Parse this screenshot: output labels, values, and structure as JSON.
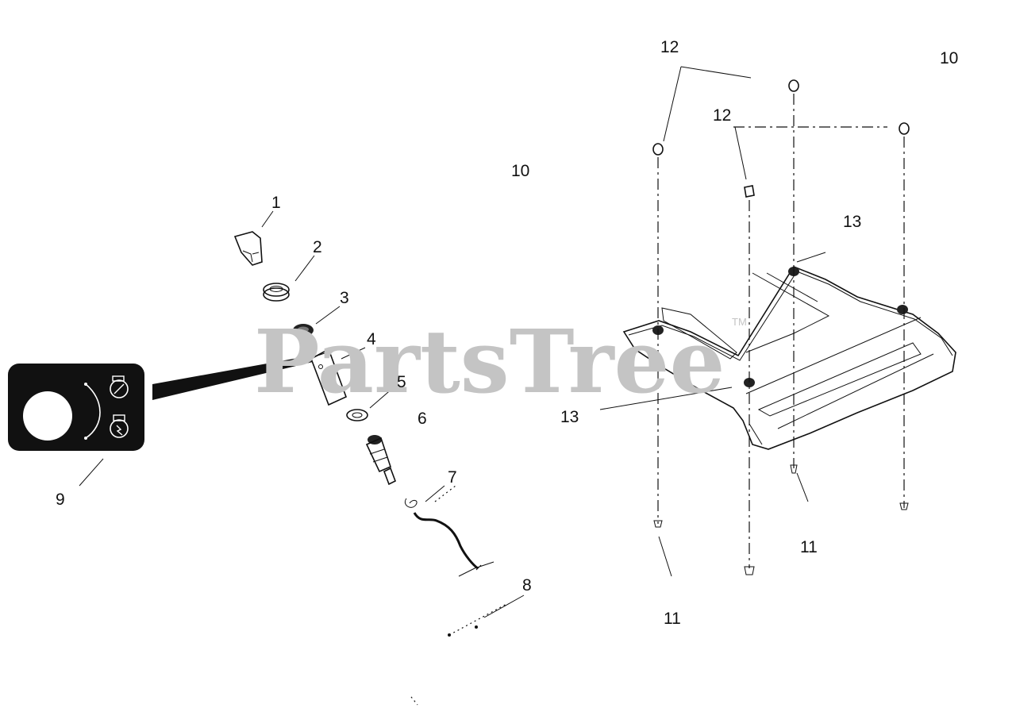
{
  "watermark": {
    "brand": "PartsTree",
    "trademark": "TM"
  },
  "callouts": {
    "c1": "1",
    "c2": "2",
    "c3": "3",
    "c4": "4",
    "c5": "5",
    "c6": "6",
    "c7": "7",
    "c8": "8",
    "c9": "9",
    "c10a": "10",
    "c10b": "10",
    "c11a": "11",
    "c11b": "11",
    "c12a": "12",
    "c12b": "12",
    "c13a": "13",
    "c13b": "13"
  },
  "icons": {
    "decal": "ignition-decal-icon",
    "engine_off": "engine-off-icon",
    "engine_start": "engine-start-icon"
  }
}
